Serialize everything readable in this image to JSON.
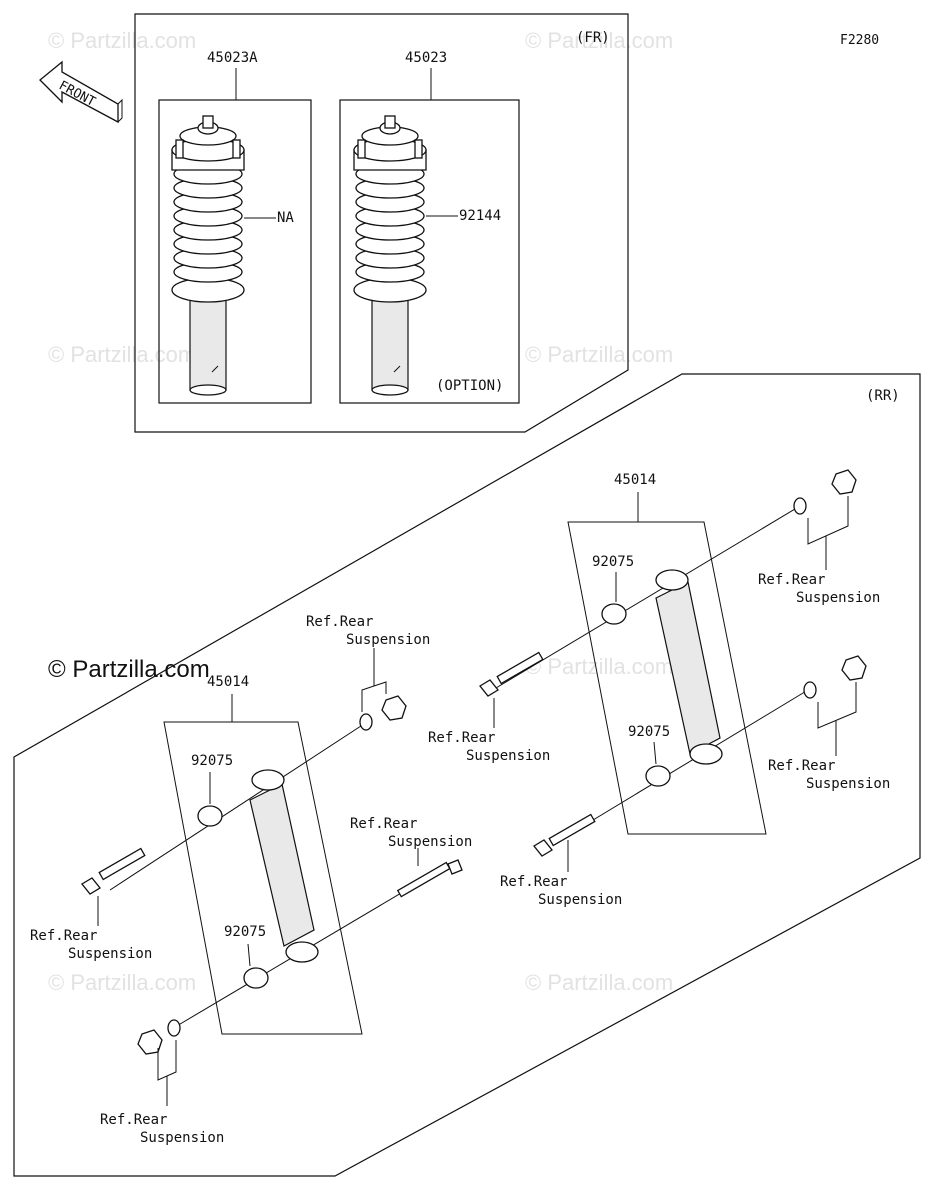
{
  "diagram_code": "F2280",
  "watermark": "© Partzilla.com",
  "watermark_main": "© Partzilla.com",
  "front_arrow_label": "FRONT",
  "front_section": {
    "label": "(FR)",
    "left_box": {
      "part_number": "45023A",
      "spring_label": "NA"
    },
    "right_box": {
      "part_number": "45023",
      "spring_label": "92144",
      "note": "(OPTION)"
    }
  },
  "rear_section": {
    "label": "(RR)",
    "left_assembly": {
      "part_number": "45014",
      "bushing_upper": "92075",
      "bushing_lower": "92075",
      "refs": [
        {
          "line1": "Ref.Rear",
          "line2": "Suspension"
        },
        {
          "line1": "Ref.Rear",
          "line2": "Suspension"
        },
        {
          "line1": "Ref.Rear",
          "line2": "Suspension"
        },
        {
          "line1": "Ref.Rear",
          "line2": "Suspension"
        }
      ]
    },
    "right_assembly": {
      "part_number": "45014",
      "bushing_upper": "92075",
      "bushing_lower": "92075",
      "refs": [
        {
          "line1": "Ref.Rear",
          "line2": "Suspension"
        },
        {
          "line1": "Ref.Rear",
          "line2": "Suspension"
        },
        {
          "line1": "Ref.Rear",
          "line2": "Suspension"
        },
        {
          "line1": "Ref.Rear",
          "line2": "Suspension"
        }
      ]
    }
  }
}
